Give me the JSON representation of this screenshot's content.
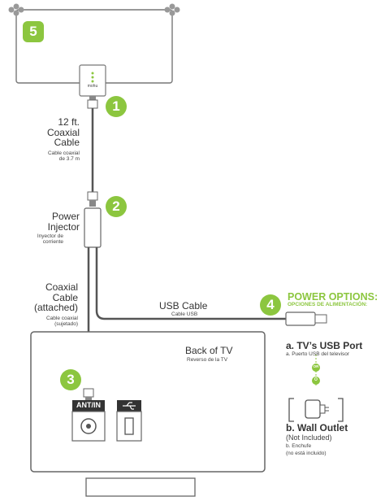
{
  "antenna": {
    "badge": "5",
    "brand": "mohu"
  },
  "steps": {
    "s1": "1",
    "s2": "2",
    "s3": "3",
    "s4": "4"
  },
  "coax12": {
    "line1": "12 ft.",
    "line2": "Coaxial",
    "line3": "Cable",
    "es1": "Cable coaxial",
    "es2": "de 3.7 m"
  },
  "injector": {
    "line1": "Power",
    "line2": "Injector",
    "es1": "Inyector de",
    "es2": "corriente"
  },
  "coaxAttached": {
    "line1": "Coaxial",
    "line2": "Cable",
    "line3": "(attached)",
    "es1": "Cable coaxial",
    "es2": "(sujetado)"
  },
  "usb": {
    "label": "USB Cable",
    "es": "Cable USB"
  },
  "tv": {
    "title": "Back of TV",
    "es": "Reverso de la TV",
    "ant_port": "ANT/IN"
  },
  "power": {
    "title": "POWER OPTIONS:",
    "es": "OPCIONES DE ALIMENTACIÓN:",
    "a_title": "a. TV’s USB Port",
    "a_es": "a. Puerto USB del televisor",
    "or_en": "OR",
    "or_es": "O",
    "b_title": "b. Wall Outlet",
    "b_note": "(Not Included)",
    "b_es": "b. Enchufe",
    "b_es_note": "(no está incluido)"
  },
  "colors": {
    "accent": "#8cc63f",
    "line": "#555555"
  }
}
